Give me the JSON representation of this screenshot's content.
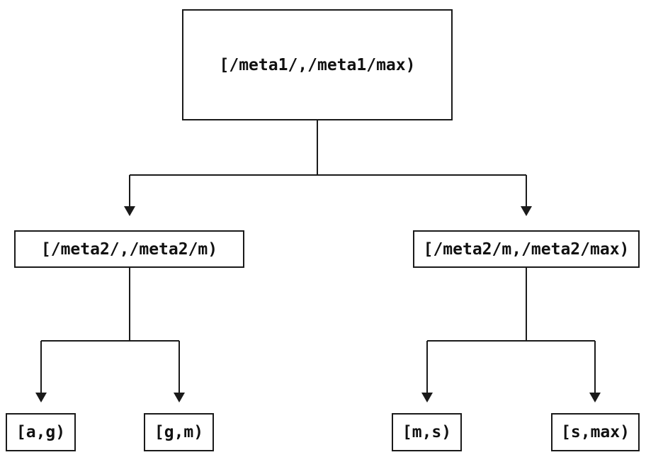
{
  "diagram": {
    "type": "tree",
    "description": "Binary interval partition tree",
    "colors": {
      "background": "#ffffff",
      "line": "#1a1a1a",
      "box_border": "#1a1a1a",
      "text": "#111111"
    },
    "nodes": {
      "root": {
        "label": "[/meta1/,/meta1/max)"
      },
      "left": {
        "label": "[/meta2/,/meta2/m)"
      },
      "right": {
        "label": "[/meta2/m,/meta2/max)"
      },
      "leaf_ag": {
        "label": "[a,g)"
      },
      "leaf_gm": {
        "label": "[g,m)"
      },
      "leaf_ms": {
        "label": "[m,s)"
      },
      "leaf_smax": {
        "label": "[s,max)"
      }
    },
    "edges": [
      {
        "from": "root",
        "to": "left"
      },
      {
        "from": "root",
        "to": "right"
      },
      {
        "from": "left",
        "to": "leaf_ag"
      },
      {
        "from": "left",
        "to": "leaf_gm"
      },
      {
        "from": "right",
        "to": "leaf_ms"
      },
      {
        "from": "right",
        "to": "leaf_smax"
      }
    ]
  }
}
